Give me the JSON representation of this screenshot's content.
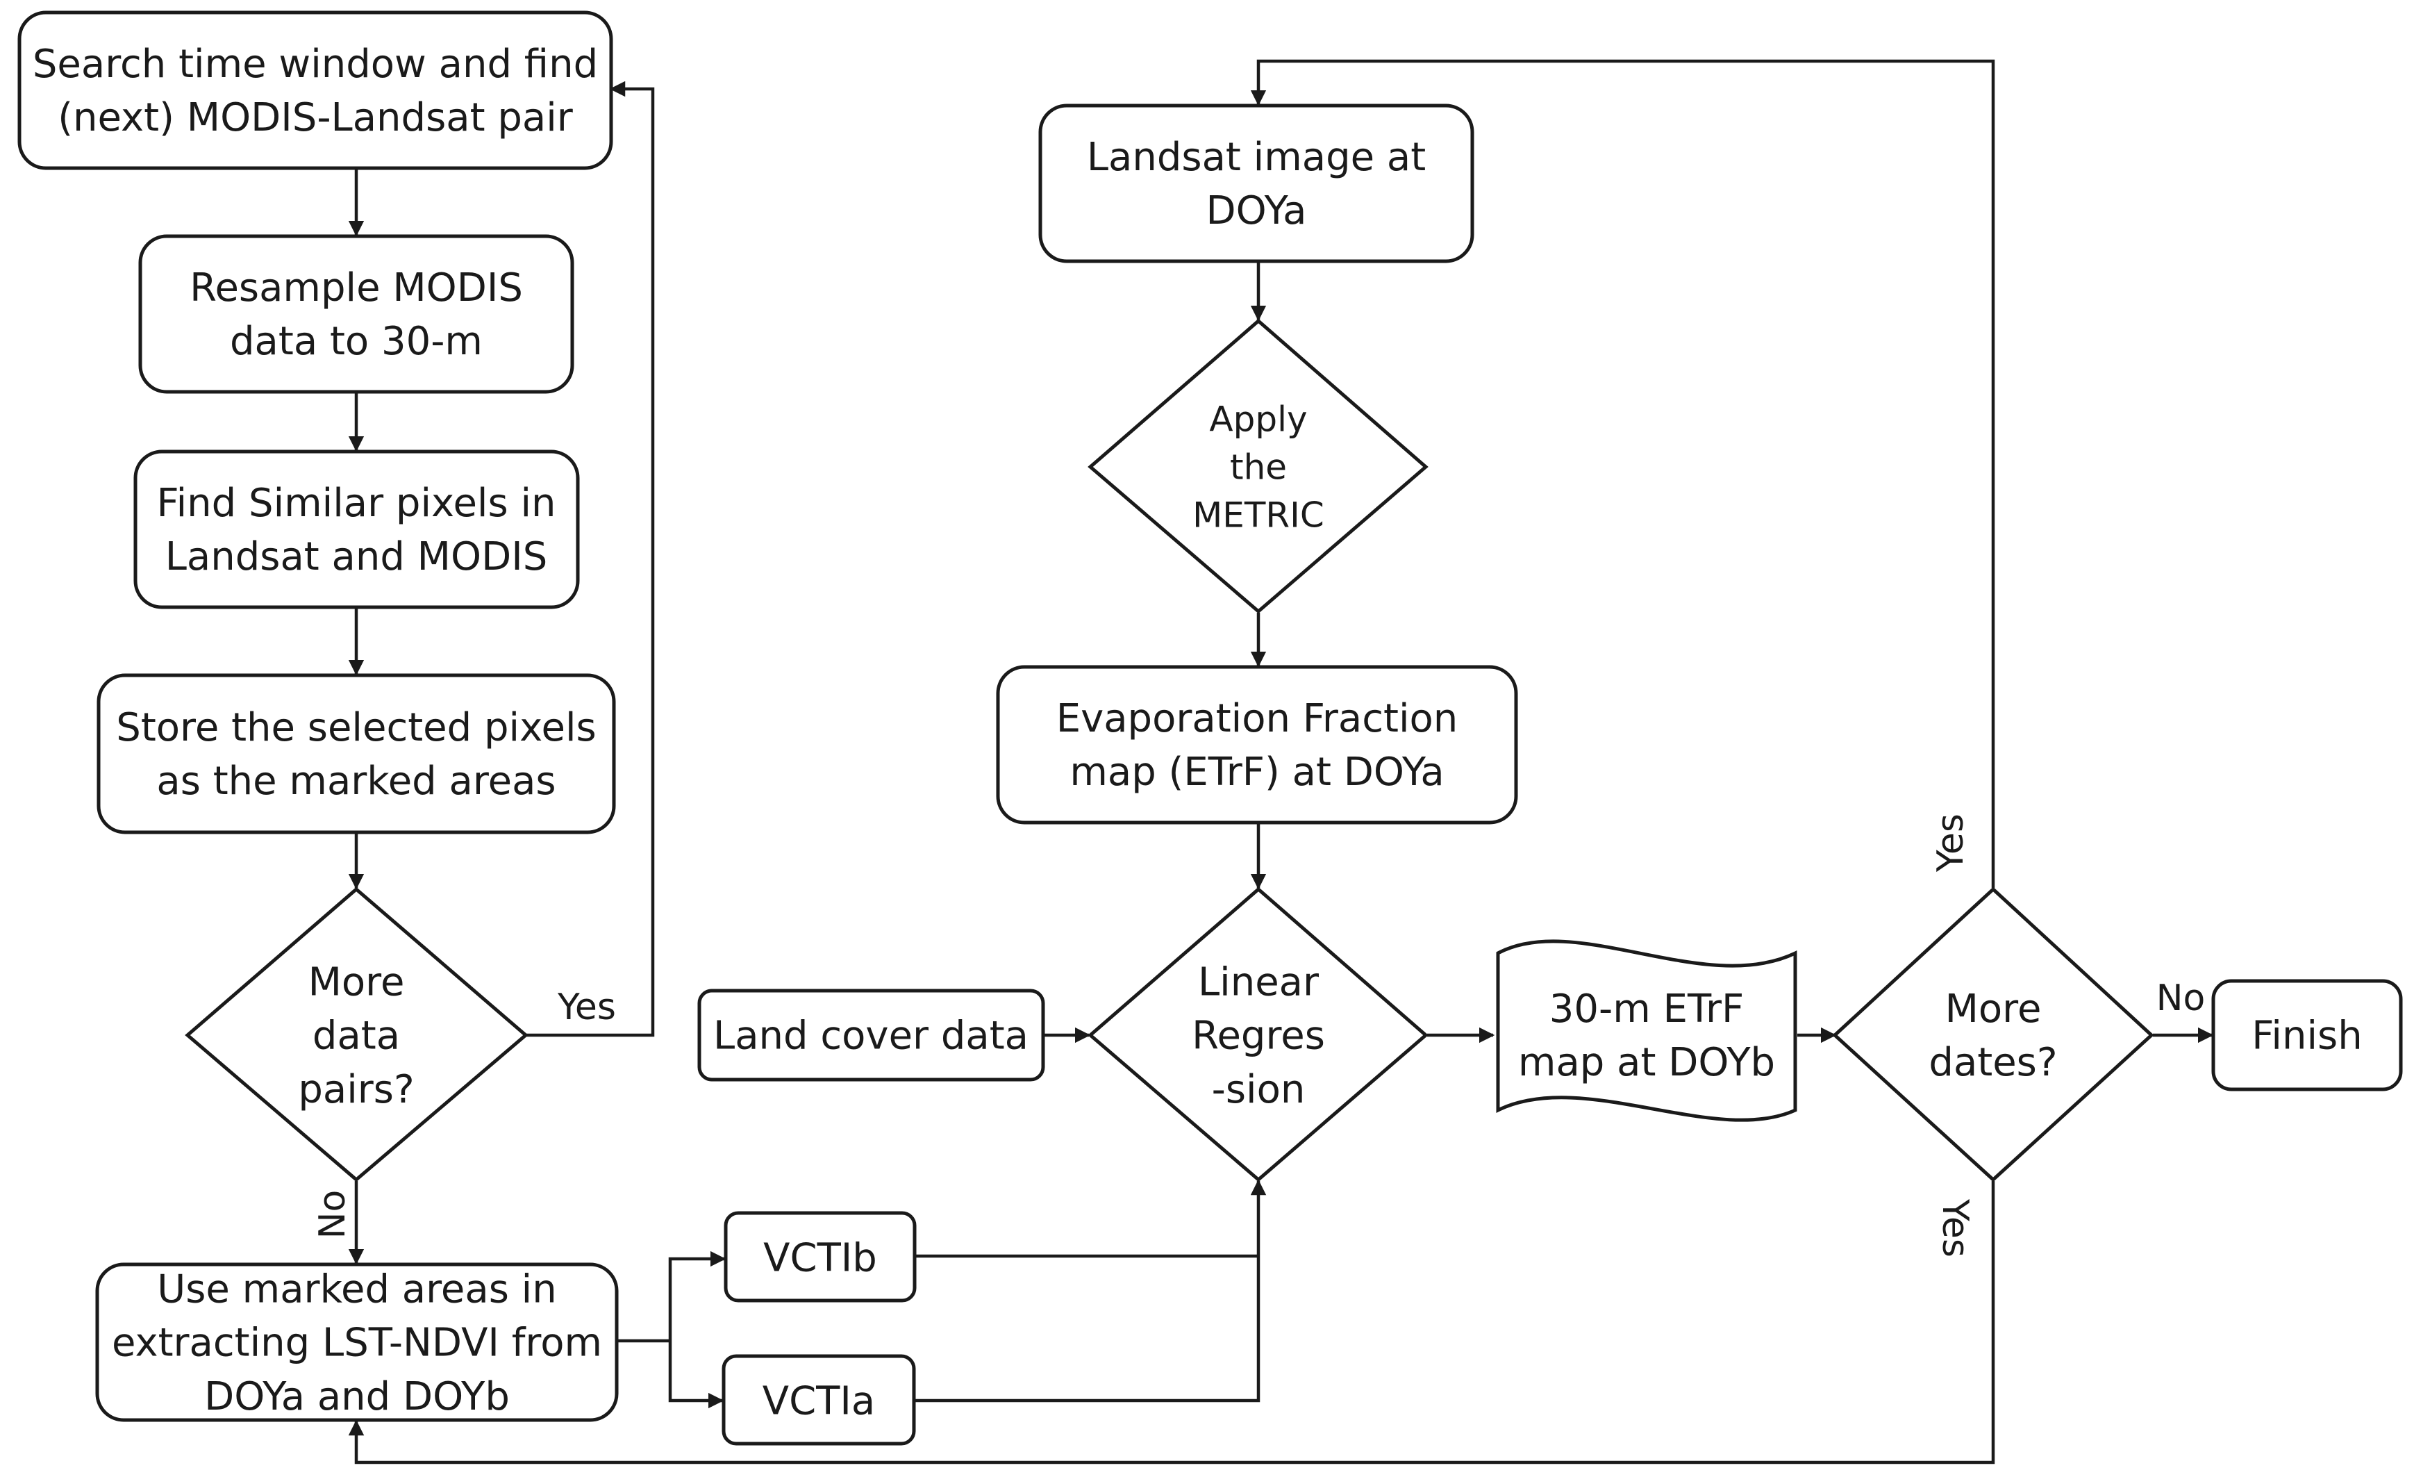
{
  "nodes": {
    "search": [
      "Search time window and find",
      "(next) MODIS-Landsat pair"
    ],
    "resample": [
      "Resample MODIS",
      "data to 30-m"
    ],
    "find_similar": [
      "Find Similar pixels in",
      "Landsat and MODIS"
    ],
    "store": [
      "Store the selected pixels",
      "as the marked areas"
    ],
    "more_pairs": [
      "More",
      "data",
      "pairs?"
    ],
    "use_marked": [
      "Use marked areas in",
      "extracting LST-NDVI from",
      "DOYa and DOYb"
    ],
    "vctib": [
      "VCTIb"
    ],
    "vctia": [
      "VCTIa"
    ],
    "landsat": [
      "Landsat image at",
      "DOYa"
    ],
    "apply_metric": [
      "Apply",
      "the",
      "METRIC"
    ],
    "evap": [
      "Evaporation Fraction",
      "map (ETrF) at DOYa"
    ],
    "land_cover": [
      "Land cover data"
    ],
    "linear_reg": [
      "Linear",
      "Regres",
      "-sion"
    ],
    "etrf_30m": [
      "30-m ETrF",
      "map at DOYb"
    ],
    "more_dates": [
      "More",
      "dates?"
    ],
    "finish": [
      "Finish"
    ]
  },
  "edge_labels": {
    "pairs_yes": "Yes",
    "pairs_no": "No",
    "dates_yes_top": "Yes",
    "dates_no": "No",
    "dates_yes_bottom": "Yes"
  }
}
